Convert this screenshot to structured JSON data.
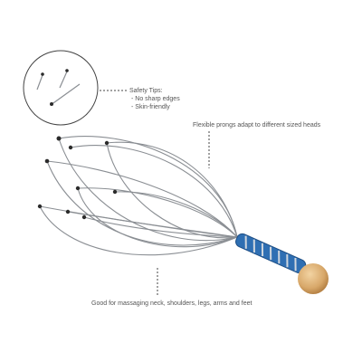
{
  "safety": {
    "title": "Safety Tips:",
    "tips": [
      "- No sharp edges",
      "- Skin-friendly"
    ]
  },
  "prongs_note": "Flexible prongs adapt to different sized heads",
  "usage_note": "Good for massaging neck, shoulders, legs, arms and feet",
  "colors": {
    "text": "#555555",
    "wire": "#8a8e93",
    "wire_tip": "#2b2b2b",
    "grip": "#2f6fb3",
    "grip_stripe": "#cfd6de",
    "knob": "#d8a86a",
    "circle": "#444444"
  }
}
